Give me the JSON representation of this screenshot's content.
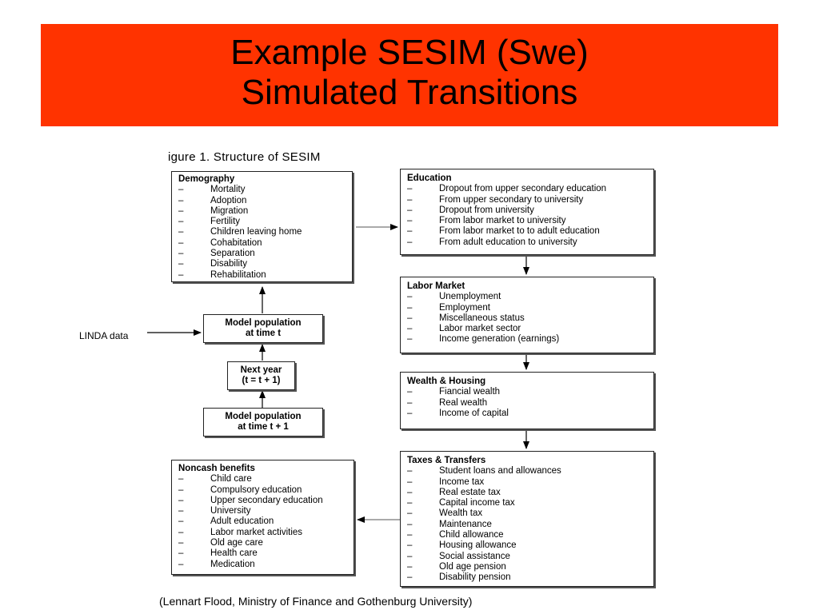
{
  "slide": {
    "title_line1": "Example SESIM (Swe)",
    "title_line2": "Simulated Transitions",
    "title_bg_color": "#ff3300"
  },
  "figure": {
    "title": "igure 1. Structure of SESIM",
    "caption": "(Lennart Flood, Ministry of Finance and Gothenburg University)",
    "source_label": "LINDA data",
    "demography": {
      "header": "Demography",
      "items": [
        "Mortality",
        "Adoption",
        "Migration",
        "Fertility",
        "Children leaving home",
        "Cohabitation",
        "Separation",
        "Disability",
        "Rehabilitation"
      ]
    },
    "model_pop_t": {
      "line1": "Model population",
      "line2": "at time t"
    },
    "next_year": {
      "line1": "Next year",
      "line2": "(t = t + 1)"
    },
    "model_pop_t1": {
      "line1": "Model population",
      "line2": "at time t + 1"
    },
    "noncash": {
      "header": "Noncash benefits",
      "items": [
        "Child care",
        "Compulsory education",
        "Upper secondary education",
        "University",
        "Adult education",
        "Labor market activities",
        "Old age care",
        "Health care",
        "Medication"
      ]
    },
    "education": {
      "header": "Education",
      "items": [
        "Dropout from upper secondary education",
        "From upper secondary to university",
        "Dropout from university",
        "From labor market to university",
        "From labor market to to adult education",
        "From adult education to university"
      ]
    },
    "labor": {
      "header": "Labor Market",
      "items": [
        "Unemployment",
        "Employment",
        "Miscellaneous status",
        "Labor market sector",
        "Income generation (earnings)"
      ]
    },
    "wealth": {
      "header": "Wealth & Housing",
      "items": [
        "Fiancial wealth",
        "Real wealth",
        "Income of capital"
      ]
    },
    "taxes": {
      "header": "Taxes & Transfers",
      "items": [
        "Student loans and allowances",
        "Income tax",
        "Real estate tax",
        "Capital income tax",
        "Wealth tax",
        "Maintenance",
        "Child allowance",
        "Housing allowance",
        "Social assistance",
        "Old age pension",
        "Disability pension"
      ]
    }
  }
}
